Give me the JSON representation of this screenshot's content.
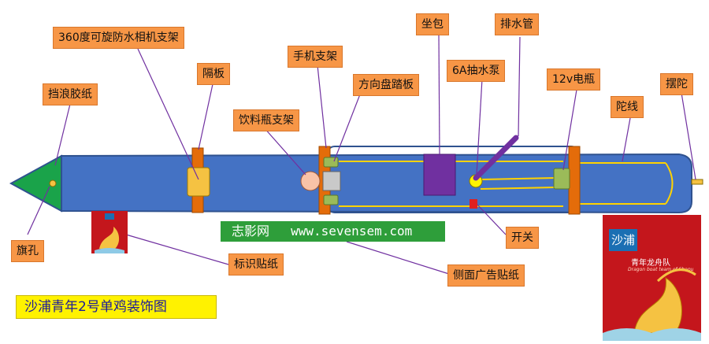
{
  "title": "沙浦青年2号单鸡装饰图",
  "banner": {
    "left": "志影网",
    "right": "www.sevensem.com"
  },
  "labels": {
    "wave_paper": "挡浪胶纸",
    "flag_hole": "旗孔",
    "camera_mount": "360度可旋防水相机支架",
    "partition": "隔板",
    "bottle_holder": "饮料瓶支架",
    "phone_mount": "手机支架",
    "pedal": "方向盘踏板",
    "seat": "坐包",
    "pump": "6A抽水泵",
    "drain_pipe": "排水管",
    "battery": "12v电瓶",
    "rudder_line": "陀线",
    "rudder": "摆陀",
    "switch": "开关",
    "logo_sticker": "标识贴纸",
    "side_ad_sticker": "侧面广告贴纸"
  },
  "poster": {
    "head": "沙浦",
    "line1": "青年龙舟队",
    "line2": "Dragon boat team of Shapu"
  },
  "colors": {
    "hull": "#4472c4",
    "hull_stroke": "#2f528f",
    "nose": "#1aa34a",
    "label_fill": "#f79646",
    "bulkhead": "#e46c0a",
    "mount": "#f5c242",
    "seat": "#7030a0",
    "rope": "#ffd200",
    "banner": "#2e9e3a",
    "title_fill": "#fff200",
    "poster": "#c4161c",
    "leader": "#7030a0"
  }
}
